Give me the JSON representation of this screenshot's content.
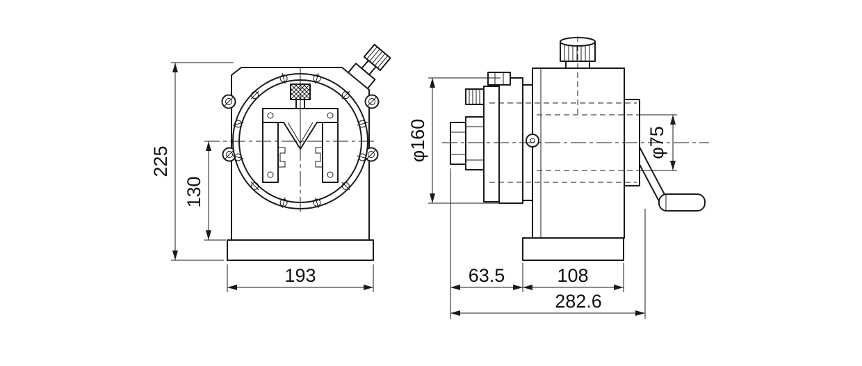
{
  "drawing": {
    "colors": {
      "line": "#1a1a1a",
      "background": "#ffffff"
    },
    "front_view": {
      "overall_height": "225",
      "center_height": "130",
      "base_width": "193"
    },
    "side_view": {
      "faceplate_diameter": "φ160",
      "spigot_diameter": "φ75",
      "nose_overhang": "63.5",
      "body_length": "108",
      "overall_length": "282.6"
    }
  }
}
